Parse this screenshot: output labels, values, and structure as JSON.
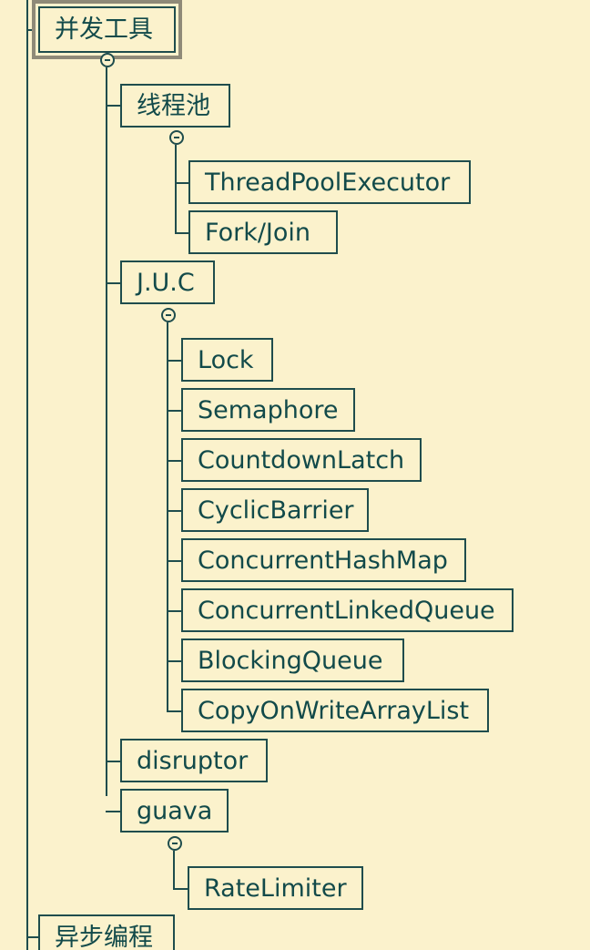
{
  "tree": {
    "root": {
      "label": "并发工具",
      "children": {
        "thread_pool": {
          "label": "线程池",
          "children": [
            "ThreadPoolExecutor",
            "Fork/Join"
          ]
        },
        "juc": {
          "label": "J.U.C",
          "children": [
            "Lock",
            "Semaphore",
            "CountdownLatch",
            "CyclicBarrier",
            "ConcurrentHashMap",
            "ConcurrentLinkedQueue",
            "BlockingQueue",
            "CopyOnWriteArrayList"
          ]
        },
        "disruptor": {
          "label": "disruptor"
        },
        "guava": {
          "label": "guava",
          "children": [
            "RateLimiter"
          ]
        }
      }
    },
    "next_sibling": {
      "label": "异步编程"
    }
  },
  "colors": {
    "background": "#fbf2cc",
    "line": "#1f4d4d",
    "text": "#124a4a",
    "selection_ring": "#8f8a78"
  }
}
